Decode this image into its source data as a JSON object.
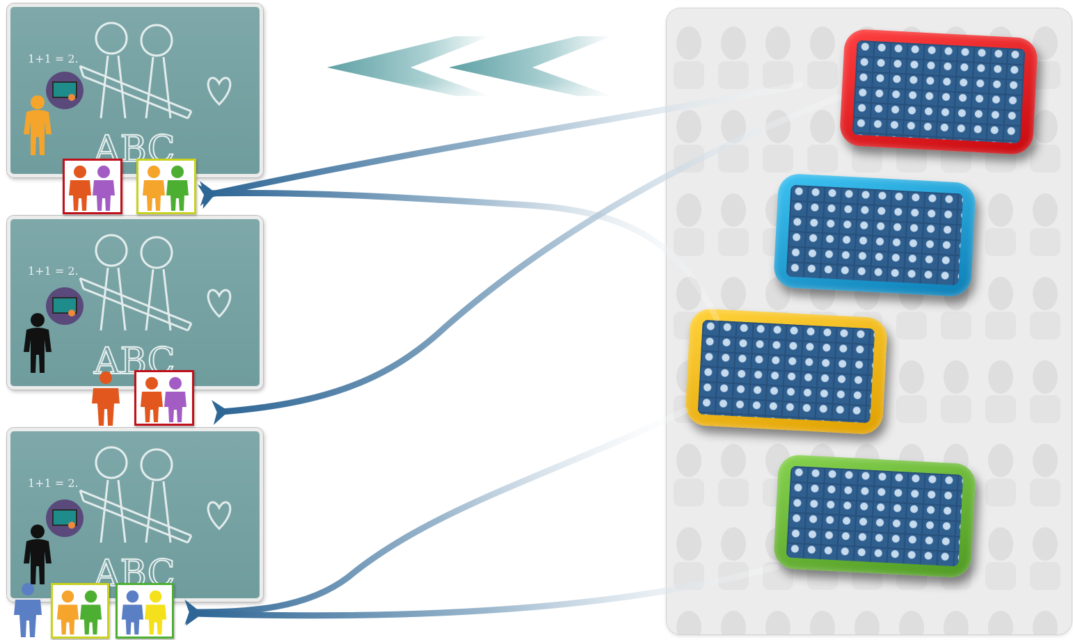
{
  "boards": [
    {
      "equation": "1+1 = 2.",
      "letters": "ABC",
      "teacher": "orange",
      "groups": [
        {
          "border": "#c0101a",
          "members": [
            "#e2571e",
            "#a45cc5"
          ]
        },
        {
          "border": "#c8d21e",
          "members": [
            "#f5a52b",
            "#4daf32"
          ]
        }
      ],
      "students": []
    },
    {
      "equation": "1+1 = 2.",
      "letters": "ABC",
      "teacher": "black",
      "groups": [
        {
          "border": "#c0101a",
          "members": [
            "#e2571e",
            "#a45cc5"
          ]
        }
      ],
      "students": [
        "#e2571e"
      ]
    },
    {
      "equation": "1+1 = 2.",
      "letters": "ABC",
      "teacher": "black",
      "groups": [
        {
          "border": "#c8d21e",
          "members": [
            "#f5a52b",
            "#4daf32"
          ]
        },
        {
          "border": "#4daf32",
          "members": [
            "#5b7fc4",
            "#f5e11b"
          ]
        }
      ],
      "students": [
        "#5b7fc4"
      ]
    }
  ],
  "tiles": [
    {
      "name": "red",
      "color": "#e8141c"
    },
    {
      "name": "blue",
      "color": "#1aa3dc"
    },
    {
      "name": "yellow",
      "color": "#f5b707"
    },
    {
      "name": "green",
      "color": "#6bb536"
    }
  ],
  "colors": {
    "chalkboard": "#7ea8a9",
    "arrow_blue": "#2e6695",
    "chevron_teal": "#6aa9ad",
    "teacher_orange": "#f5a52b",
    "teacher_black": "#111111"
  },
  "icons": [
    "classroom-icon",
    "person-icon",
    "pair-of-people-icon",
    "heart-icon",
    "pencil-icon"
  ]
}
